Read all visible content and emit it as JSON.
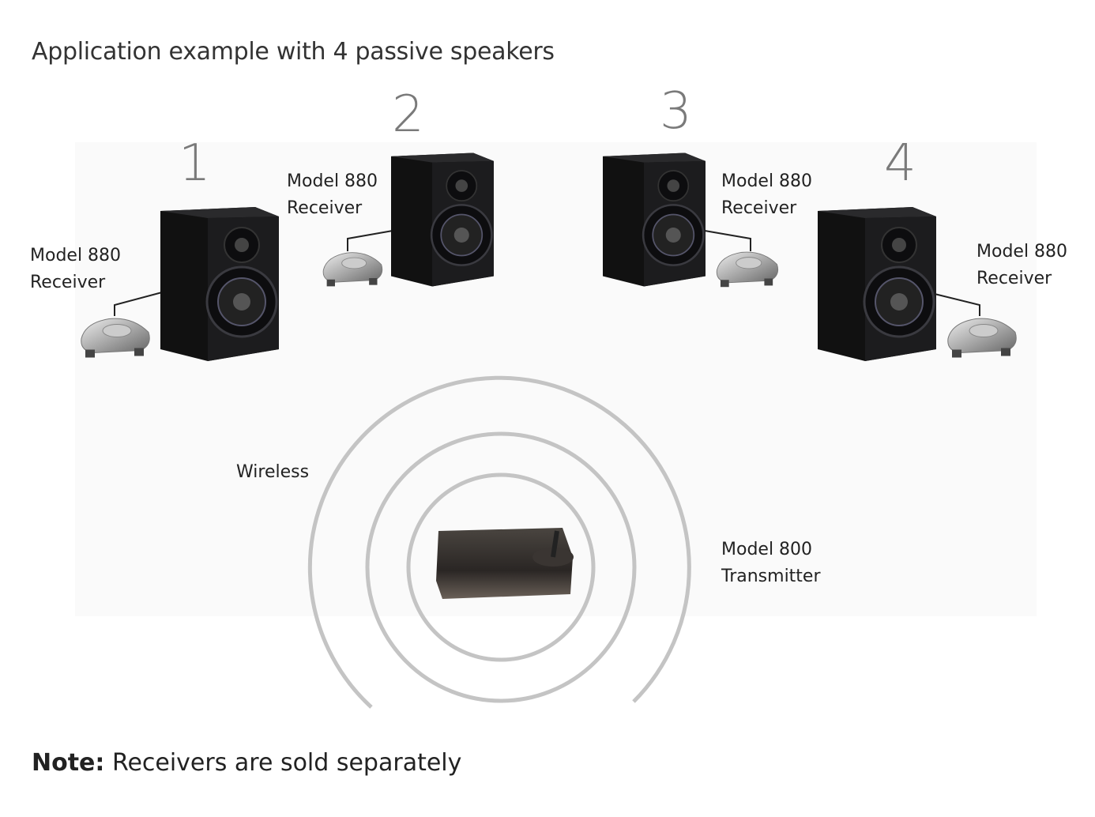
{
  "title": "Application example with 4 passive speakers",
  "speakers": [
    {
      "number": "1",
      "receiver_line1": "Model 880",
      "receiver_line2": "Receiver"
    },
    {
      "number": "2",
      "receiver_line1": "Model 880",
      "receiver_line2": "Receiver"
    },
    {
      "number": "3",
      "receiver_line1": "Model 880",
      "receiver_line2": "Receiver"
    },
    {
      "number": "4",
      "receiver_line1": "Model 880",
      "receiver_line2": "Receiver"
    }
  ],
  "wireless_label": "Wireless",
  "transmitter": {
    "line1": "Model 800",
    "line2": "Transmitter"
  },
  "note": {
    "label": "Note:",
    "text": " Receivers are sold separately"
  },
  "colors": {
    "speaker": "#1c1c1e",
    "wave": "#c4c4c4",
    "number": "#7a7a7a"
  }
}
